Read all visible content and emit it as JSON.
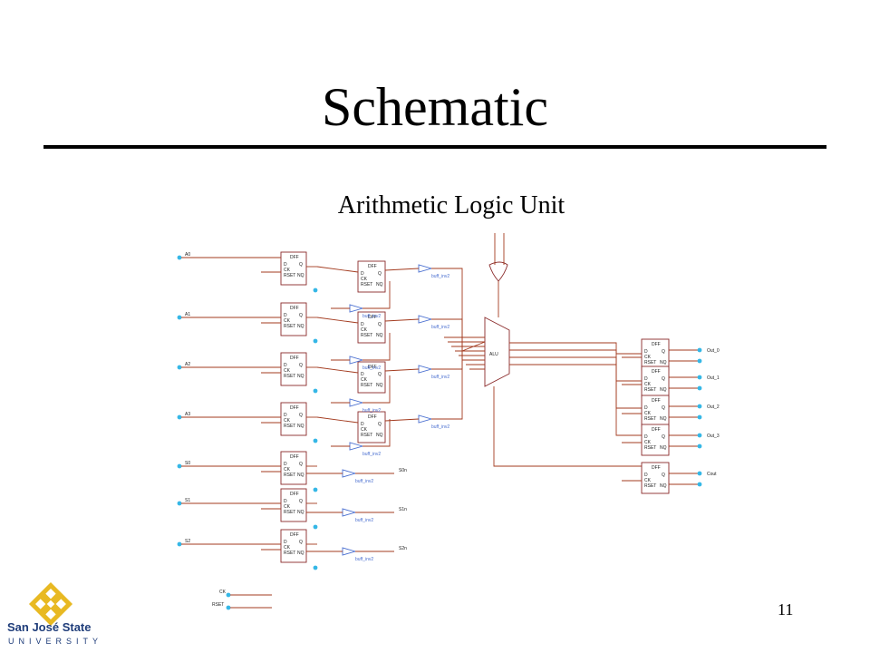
{
  "slide": {
    "title": "Schematic",
    "subtitle": "Arithmetic Logic Unit",
    "page_number": "11"
  },
  "logo": {
    "name": "San José State",
    "subname": "UNIVERSITY",
    "gold": "#e8b923",
    "navy": "#1f3d7a"
  },
  "colors": {
    "box": "#8a2a2a",
    "wire": "#a33b1f",
    "pin": "#35b7e6",
    "buffer": "#4a6fd0"
  },
  "schematic": {
    "dff_label": "DFF",
    "buffer_label": "buff_inv2",
    "mux_label": "ALU",
    "inputs": [
      "A0",
      "A1",
      "A2",
      "A3",
      "S0",
      "S1",
      "S2"
    ],
    "outputs": [
      "Out_0",
      "Out_1",
      "Out_2",
      "Out_3",
      "Cout"
    ],
    "clock": "CK",
    "reset": "RSET"
  }
}
